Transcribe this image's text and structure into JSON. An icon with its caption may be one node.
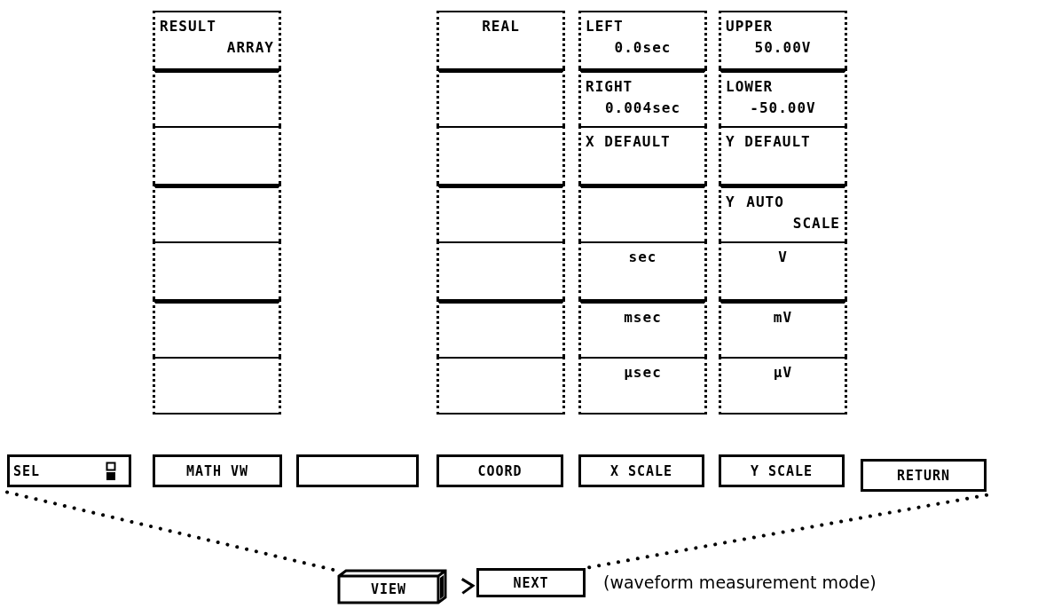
{
  "diagram": {
    "nodes": [
      {
        "text": [
          "RESULT ARRAY"
        ]
      },
      {
        "text": [],
        "shape": "box"
      },
      {
        "text": [],
        "shape": "box"
      },
      {
        "text": [],
        "shape": "box"
      },
      {
        "text": [],
        "shape": "box"
      },
      {
        "text": [],
        "shape": "box"
      },
      {
        "text": [],
        "shape": "box"
      },
      {
        "text": [
          "REAL"
        ]
      },
      {
        "text": [],
        "shape": "box"
      },
      {
        "text": [],
        "shape": "box"
      },
      {
        "text": [],
        "shape": "box"
      },
      {
        "text": [],
        "shape": "box"
      },
      {
        "text": [],
        "shape": "box"
      },
      {
        "text": [],
        "shape": "box"
      },
      {
        "text": [
          "LEFT",
          "0.0sec"
        ]
      },
      {
        "text": [
          "RIGHT",
          "0.004sec"
        ]
      },
      {
        "text": [
          "X DEFAULT"
        ]
      },
      {
        "text": [],
        "shape": "box"
      },
      {
        "text": [
          "sec"
        ]
      },
      {
        "text": [
          "msec"
        ]
      },
      {
        "text": [
          "μsec"
        ]
      },
      {
        "text": [
          "UPPER",
          "50.00V"
        ]
      },
      {
        "text": [
          "LOWER",
          "-50.00V"
        ]
      },
      {
        "text": [
          "Y DEFAULT"
        ]
      },
      {
        "text": [
          "Y AUTO SCALE"
        ]
      },
      {
        "text": [
          "V"
        ]
      },
      {
        "text": [
          "mV"
        ]
      },
      {
        "text": [
          "μV"
        ]
      },
      {
        "text": [
          "SEL"
        ]
      },
      {
        "text": [
          "MATH VW"
        ]
      },
      {
        "text": [],
        "shape": "box"
      },
      {
        "text": [
          "COORD"
        ]
      },
      {
        "text": [
          "X SCALE"
        ]
      },
      {
        "text": [
          "Y SCALE"
        ]
      },
      {
        "text": [
          "RETURN"
        ]
      },
      {
        "text": [
          "VIEW"
        ]
      },
      {
        "text": [
          "NEXT"
        ]
      }
    ],
    "edges": [
      {
        "from": 28,
        "to": 35,
        "arrow": "none",
        "style": "dashed"
      },
      {
        "from": 34,
        "to": 36,
        "arrow": "none",
        "style": "dashed"
      },
      {
        "from": 35,
        "to": 36,
        "arrow": "to"
      }
    ],
    "labels": [
      "(waveform measurement mode)"
    ]
  }
}
